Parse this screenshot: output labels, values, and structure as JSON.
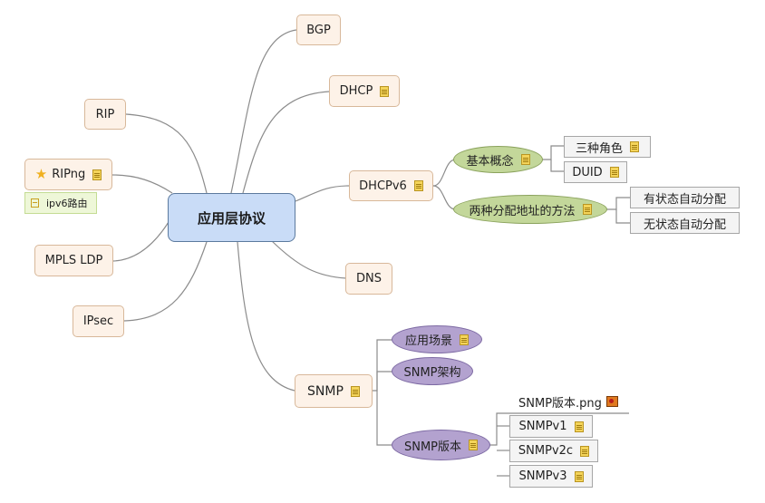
{
  "root": "应用层协议",
  "right": {
    "bgp": "BGP",
    "dhcp": "DHCP",
    "dhcpv6": {
      "label": "DHCPv6",
      "basic": {
        "label": "基本概念",
        "children": [
          "三种角色",
          "DUID"
        ]
      },
      "methods": {
        "label": "两种分配地址的方法",
        "children": [
          "有状态自动分配",
          "无状态自动分配"
        ]
      }
    },
    "dns": "DNS",
    "snmp": {
      "label": "SNMP",
      "scenario": "应用场景",
      "arch": "SNMP架构",
      "versions": {
        "label": "SNMP版本",
        "image": "SNMP版本.png",
        "children": [
          "SNMPv1",
          "SNMPv2c",
          "SNMPv3"
        ]
      }
    }
  },
  "left": {
    "rip": "RIP",
    "ripng": "RIPng",
    "ripng_callout": "ipv6路由",
    "mpls": "MPLS LDP",
    "ipsec": "IPsec"
  },
  "icons": {
    "note": "note-icon",
    "star": "star-icon",
    "image": "image-icon",
    "callout": "list-icon"
  },
  "colors": {
    "root_fill": "#c9dcf7",
    "branch_fill": "#fdf2e8",
    "green_fill": "#c3d79a",
    "purple_fill": "#b3a2cf",
    "leaf_fill": "#f4f4f4",
    "line": "#8c8c8c"
  }
}
